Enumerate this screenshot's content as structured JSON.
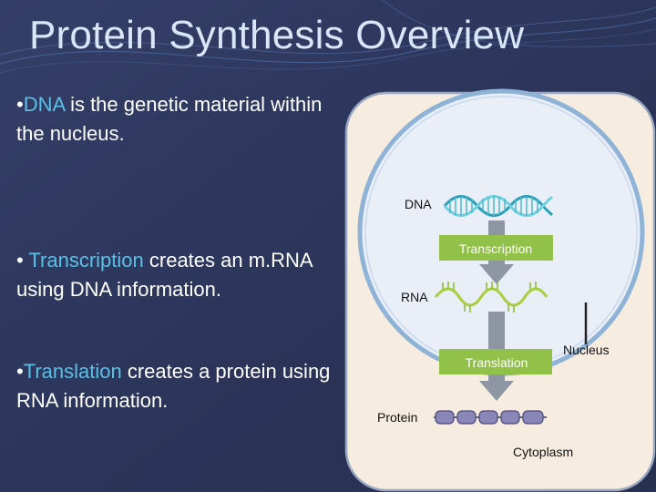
{
  "slide": {
    "title": "Protein Synthesis Overview",
    "colors": {
      "background": "#2f3960",
      "accent_text": "#5bc0e6",
      "cytoplasm": "#f6ede0",
      "nucleus": "#e9eef7",
      "process_box": "#92c14a"
    }
  },
  "bullets": [
    {
      "marker": "•",
      "key": "DNA",
      "text": " is the genetic material within the nucleus."
    },
    {
      "marker": "•",
      "key": " Transcription",
      "text": " creates an m.RNA using DNA information."
    },
    {
      "marker": "•",
      "key": "Translation",
      "text": " creates a protein using RNA information."
    }
  ],
  "diagram": {
    "dna_label": "DNA",
    "transcription_label": "Transcription",
    "rna_label": "RNA",
    "translation_label": "Translation",
    "nucleus_label": "Nucleus",
    "protein_label": "Protein",
    "cytoplasm_label": "Cytoplasm"
  }
}
